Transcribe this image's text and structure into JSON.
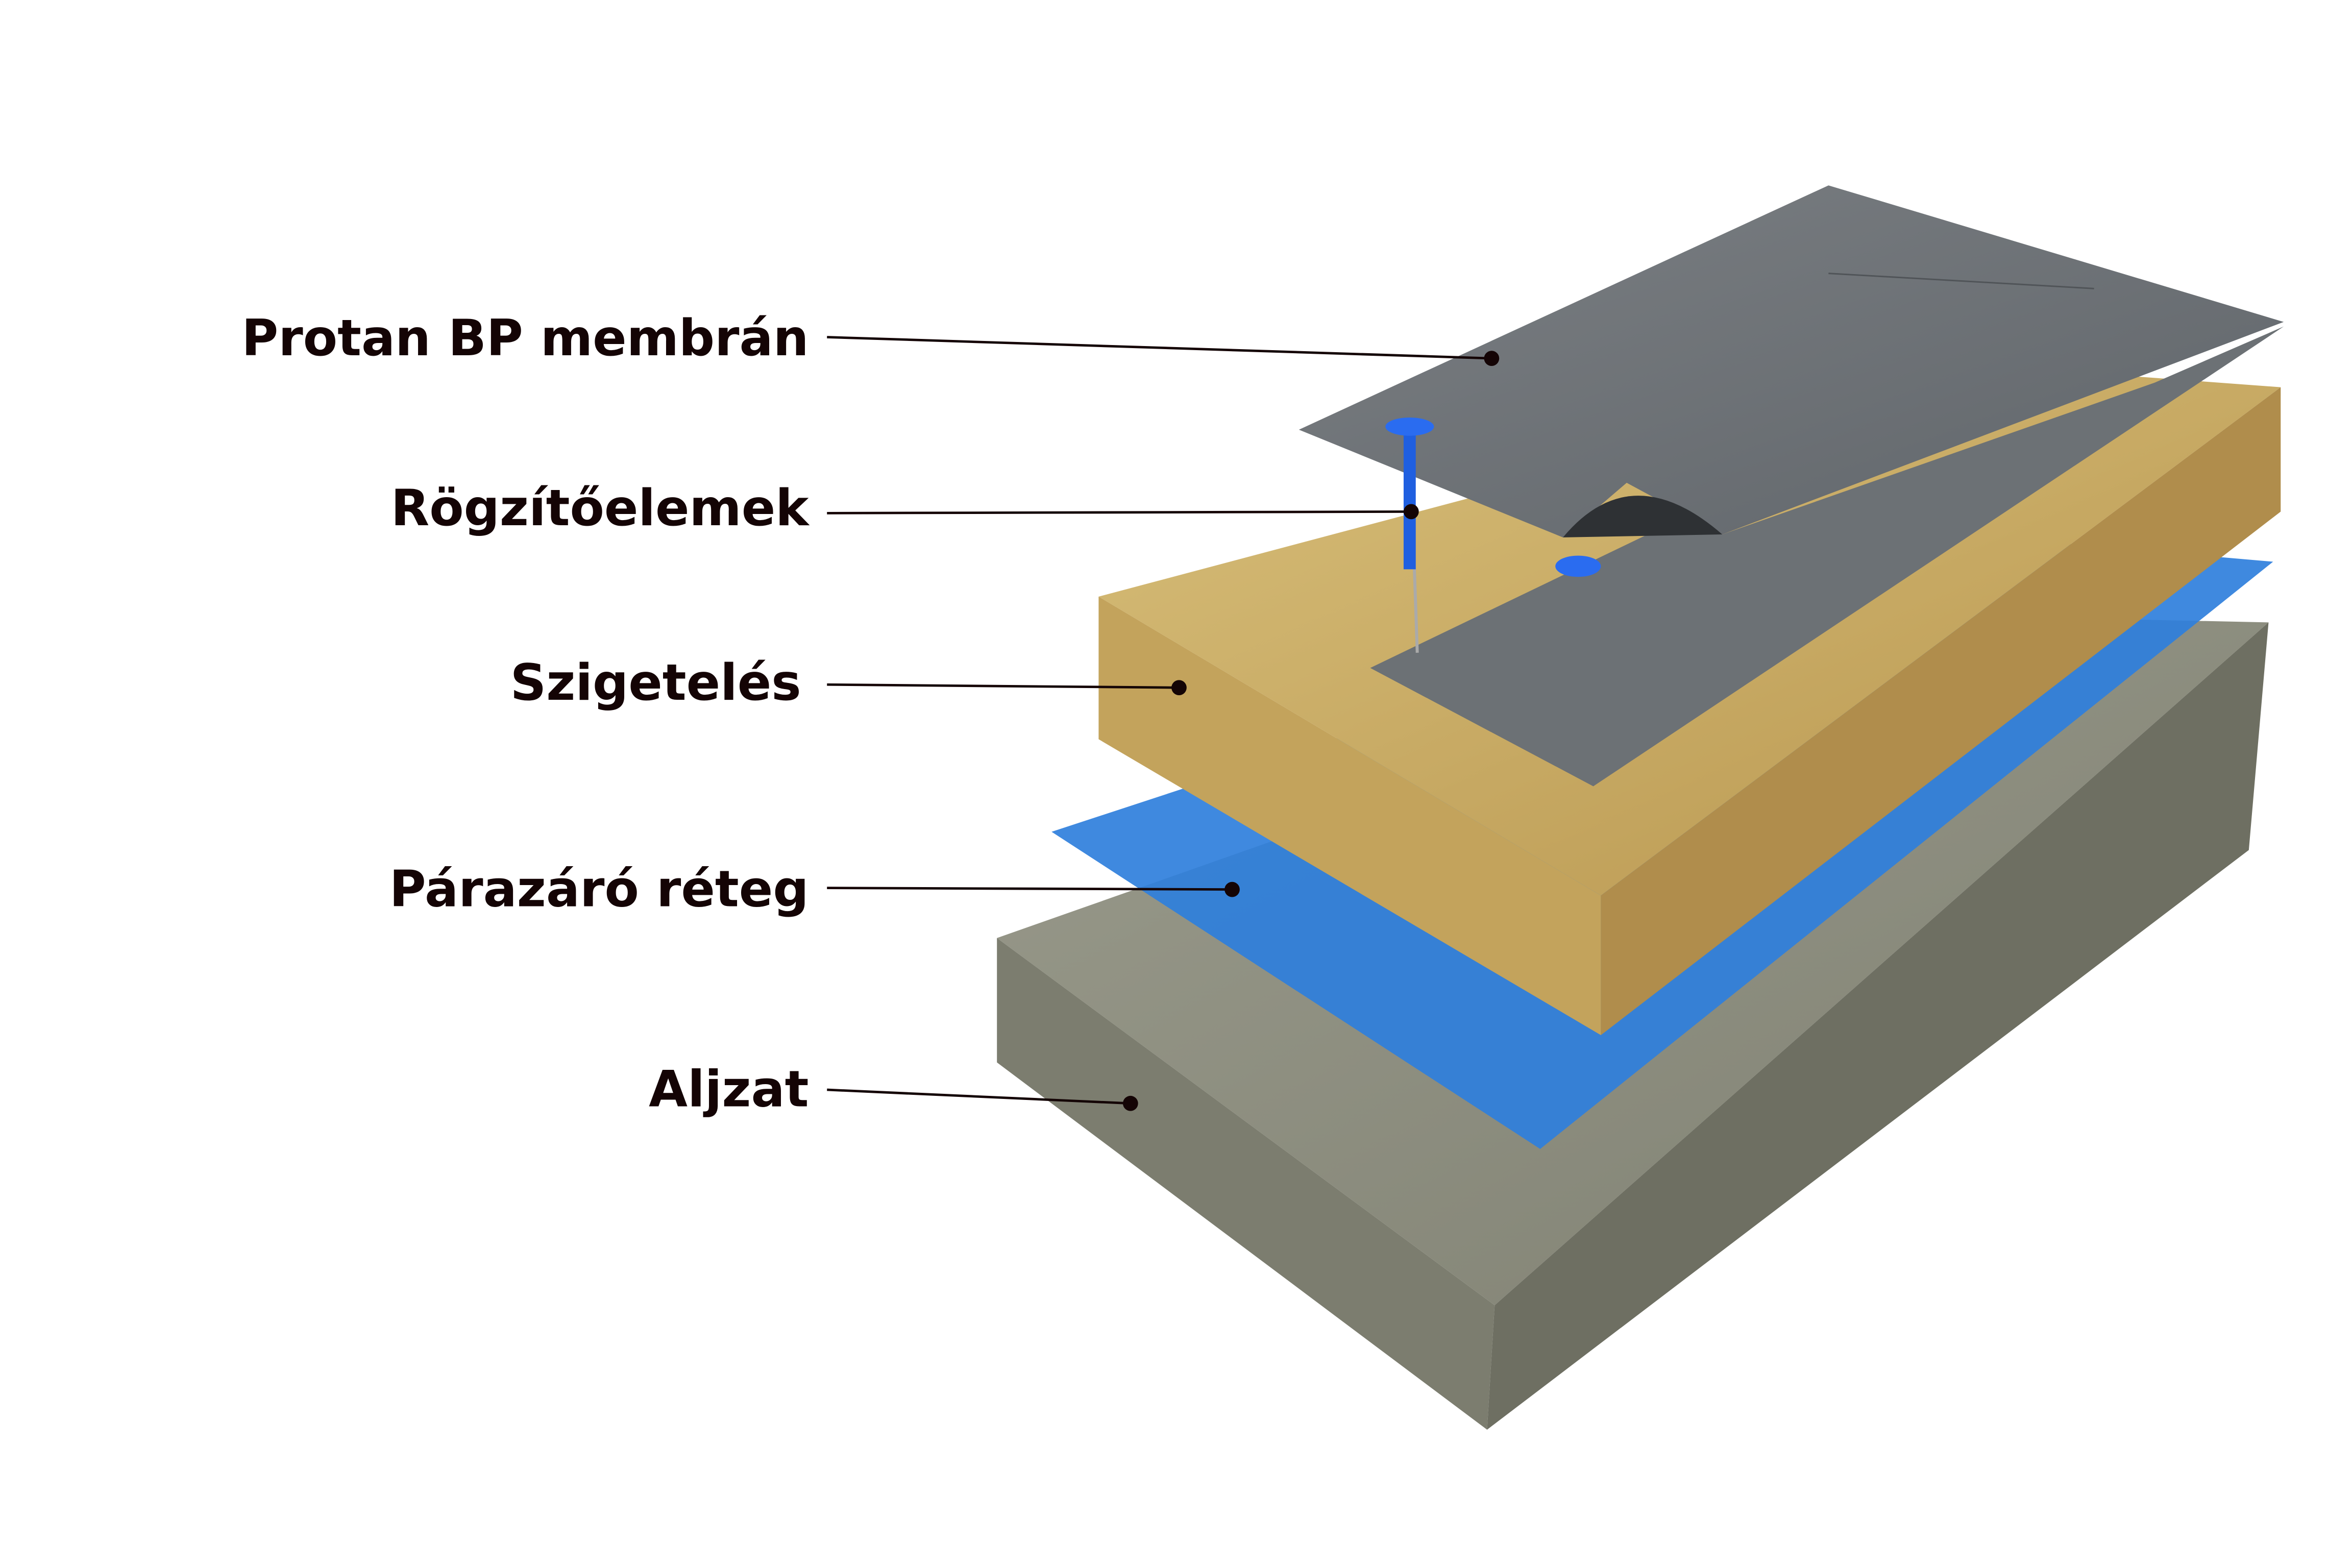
{
  "labels": {
    "membrane": "Protan BP membrán",
    "fasteners": "Rögzítőelemek",
    "insulation": "Szigetelés",
    "vapour_barrier": "Párazáró réteg",
    "substrate": "Aljzat"
  },
  "colors": {
    "text": "#140405",
    "membrane": "#6f7377",
    "insulation": "#c9a962",
    "vapour_barrier": "#2f7fdc",
    "concrete": "#8e8f80",
    "fastener": "#1f5fe0"
  }
}
